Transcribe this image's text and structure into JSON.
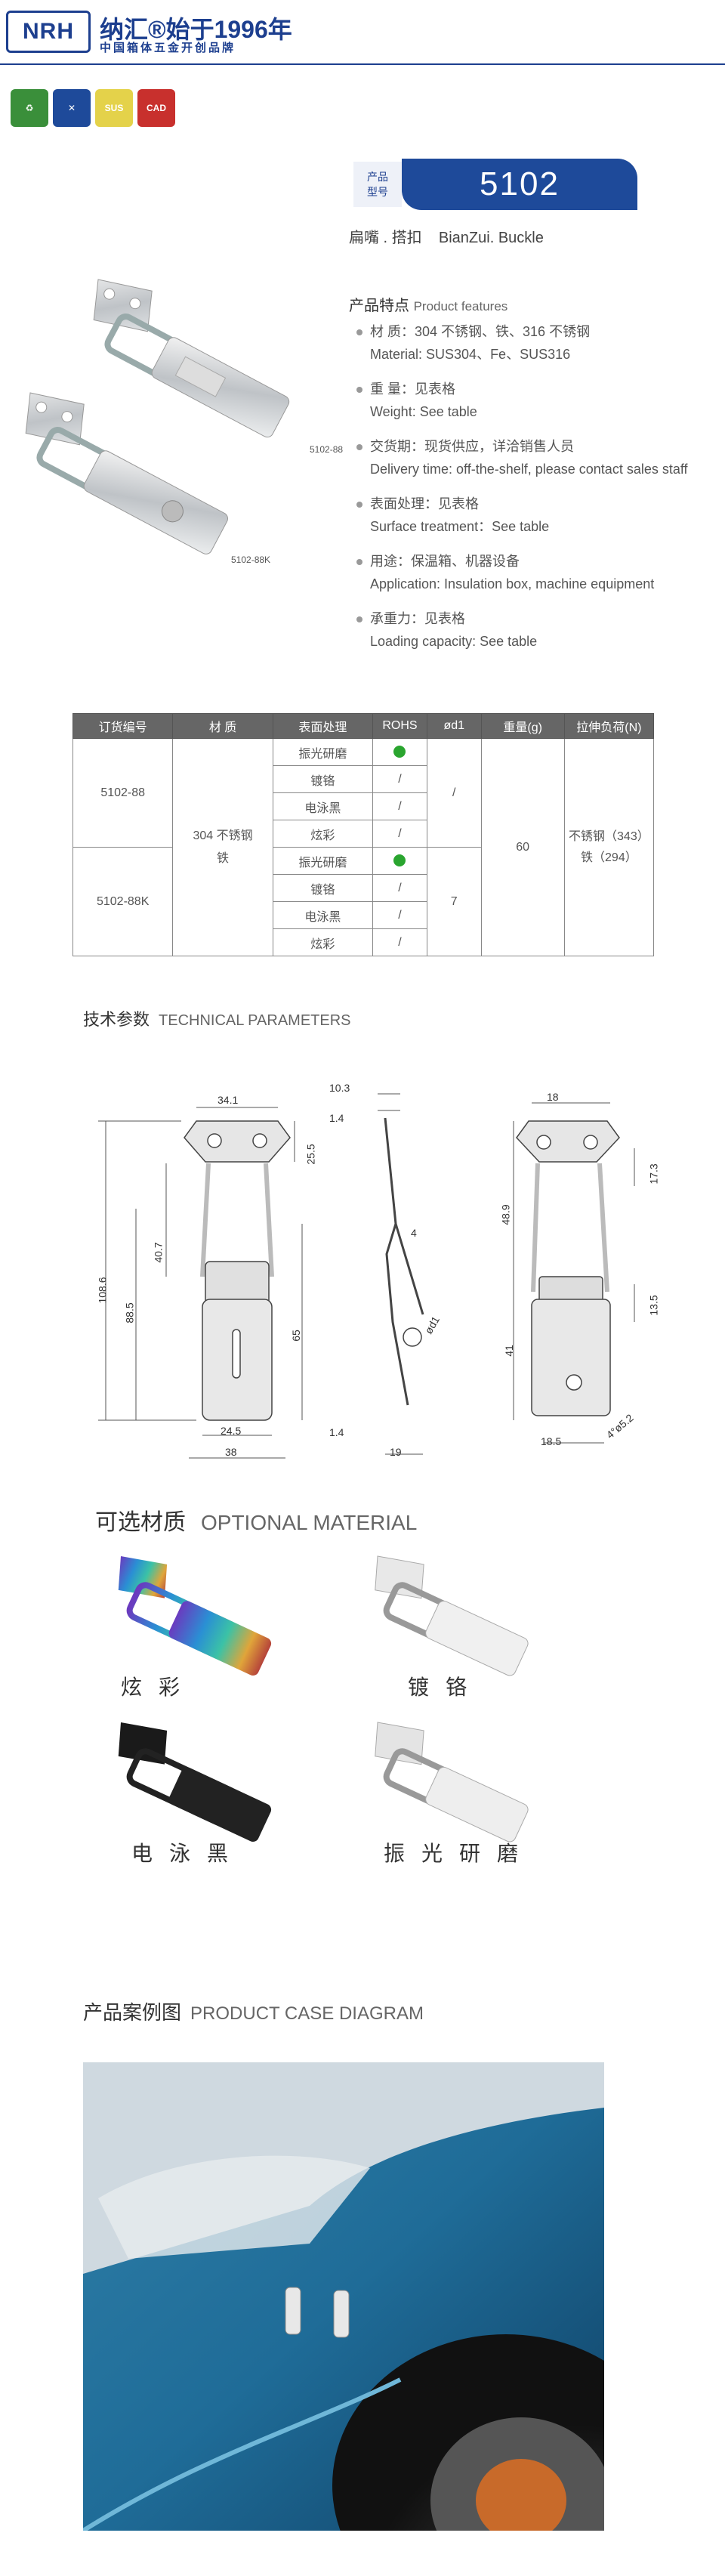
{
  "header": {
    "logo": "NRH",
    "brand_main": "纳汇®始于1996年",
    "brand_sub": "中国箱体五金开创品牌",
    "badges": [
      {
        "name": "eco",
        "label": "♻",
        "color": "#3a8f3a"
      },
      {
        "name": "tools",
        "label": "✕",
        "color": "#1e4a9a"
      },
      {
        "name": "sus",
        "label": "SUS",
        "color": "#e4d24a"
      },
      {
        "name": "cad",
        "label": "CAD",
        "color": "#c8302d"
      }
    ]
  },
  "product": {
    "model_label": "产品\n型号",
    "model_number": "5102",
    "name": "扁嘴 . 搭扣    BianZui. Buckle",
    "image_label_1": "5102-88",
    "image_label_2": "5102-88K"
  },
  "features": {
    "title": "产品特点",
    "title_en": "Product features",
    "items": [
      {
        "cn": "材  质：304 不锈钢、铁、316 不锈钢",
        "en": "Material: SUS304、Fe、SUS316"
      },
      {
        "cn": "重  量：见表格",
        "en": "Weight: See table"
      },
      {
        "cn": "交货期：现货供应，详洽销售人员",
        "en": "Delivery time: off-the-shelf, please contact sales staff"
      },
      {
        "cn": "表面处理：见表格",
        "en": "Surface treatment：See table"
      },
      {
        "cn": "用途：保温箱、机器设备",
        "en": "Application: Insulation box, machine equipment"
      },
      {
        "cn": "承重力：见表格",
        "en": "Loading capacity: See table"
      }
    ]
  },
  "table": {
    "headers": [
      "订货编号",
      "材  质",
      "表面处理",
      "ROHS",
      "ød1",
      "重量(g)",
      "拉伸负荷(N)"
    ],
    "codes": [
      "5102-88",
      "5102-88K"
    ],
    "material": "304 不锈钢\n铁",
    "finishes": [
      "振光研磨",
      "镀铬",
      "电泳黑",
      "炫彩",
      "振光研磨",
      "镀铬",
      "电泳黑",
      "炫彩"
    ],
    "rohs": [
      "●",
      "/",
      "/",
      "/",
      "●",
      "/",
      "/",
      "/"
    ],
    "d1": [
      "/",
      "7"
    ],
    "weight": "60",
    "load": "不锈钢（343）\n铁（294）",
    "green": "#2aa52f"
  },
  "tech": {
    "title": "技术参数",
    "title_en": "TECHNICAL PARAMETERS",
    "dims": {
      "front": [
        "34.1",
        "25.5",
        "40.7",
        "108.6",
        "88.5",
        "65",
        "24.5",
        "38"
      ],
      "side": [
        "10.3",
        "1.4",
        "4",
        "ød1",
        "1.4",
        "19"
      ],
      "back": [
        "18",
        "17.3",
        "48.9",
        "13.5",
        "41",
        "18.5",
        "4°ø5.2"
      ]
    }
  },
  "materials": {
    "title": "可选材质",
    "title_en": "OPTIONAL MATERIAL",
    "items": [
      "炫彩",
      "镀铬",
      "电泳黑",
      "振光研磨"
    ]
  },
  "case": {
    "title": "产品案例图",
    "title_en": "PRODUCT CASE DIAGRAM"
  }
}
